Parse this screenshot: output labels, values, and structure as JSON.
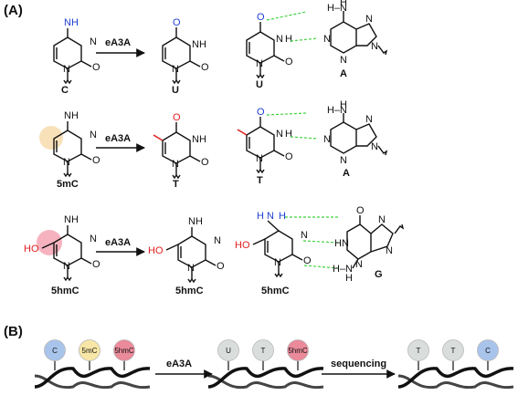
{
  "panels": {
    "a": "(A)",
    "b": "(B)"
  },
  "enzyme": "eA3A",
  "sequencing": "sequencing",
  "atoms": {
    "nh2": "NH2",
    "n": "N",
    "o": "O",
    "nh": "NH",
    "h": "H",
    "oh": "HO"
  },
  "rows": [
    {
      "from": "C",
      "to": "U",
      "pair_left": "U",
      "pair_right": "A"
    },
    {
      "from": "5mC",
      "to": "T",
      "pair_left": "T",
      "pair_right": "A"
    },
    {
      "from": "5hmC",
      "to": "5hmC",
      "pair_left": "5hmC",
      "pair_right": "G"
    }
  ],
  "strands": [
    {
      "labels": [
        "C",
        "5mC",
        "5hmC"
      ],
      "colors": [
        "#a9c4ea",
        "#f7e6a6",
        "#ea8a9a"
      ]
    },
    {
      "labels": [
        "U",
        "T",
        "5hmC"
      ],
      "colors": [
        "#d9dedd",
        "#d9dedd",
        "#ea8a9a"
      ]
    },
    {
      "labels": [
        "T",
        "T",
        "C"
      ],
      "colors": [
        "#d9dedd",
        "#d9dedd",
        "#a9c4ea"
      ]
    }
  ],
  "highlight_colors": {
    "methyl": "#f6d9a8",
    "hydroxymethyl": "#f4a6b4"
  }
}
